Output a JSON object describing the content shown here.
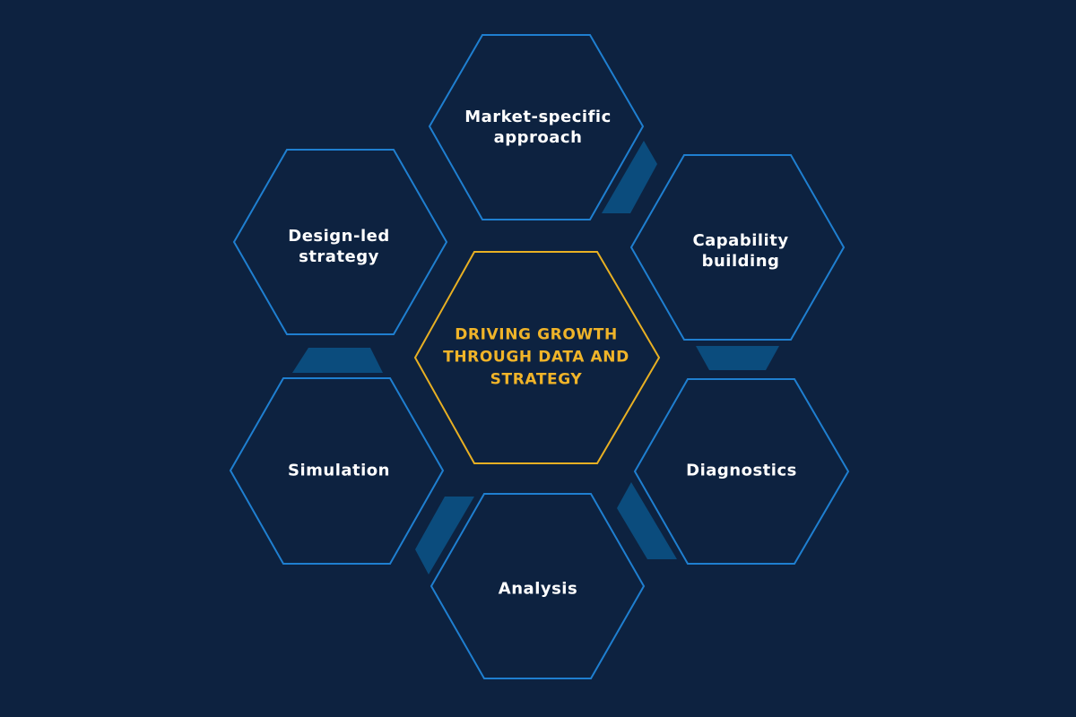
{
  "diagram": {
    "center_label": "DRIVING GROWTH THROUGH DATA AND STRATEGY",
    "nodes": [
      {
        "id": "market",
        "label": "Market-specific approach"
      },
      {
        "id": "capability",
        "label": "Capability building"
      },
      {
        "id": "diagnostics",
        "label": "Diagnostics"
      },
      {
        "id": "analysis",
        "label": "Analysis"
      },
      {
        "id": "simulation",
        "label": "Simulation"
      },
      {
        "id": "design",
        "label": "Design-led strategy"
      }
    ],
    "colors": {
      "background": "#0d2240",
      "node_stroke": "#1f7fd0",
      "center_stroke": "#e8b023",
      "center_text": "#f0b429",
      "node_text": "#ffffff",
      "connector": "#0b4c7d"
    }
  }
}
